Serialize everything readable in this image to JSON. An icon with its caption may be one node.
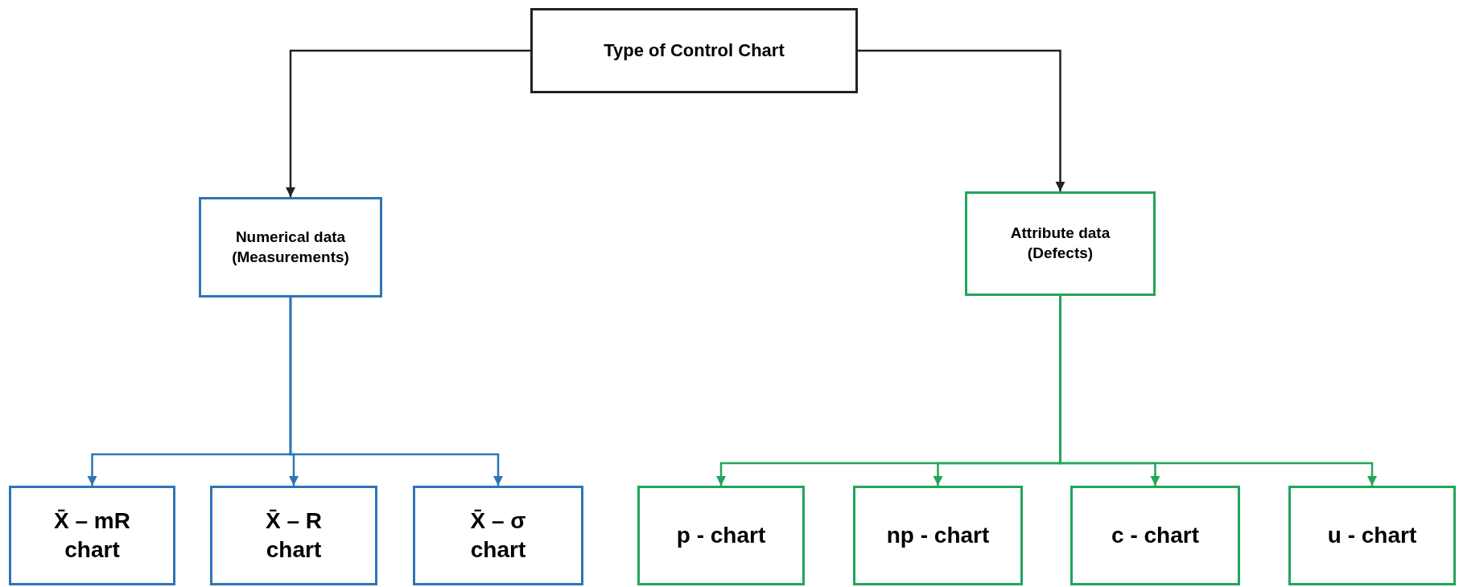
{
  "diagram": {
    "nodes": [
      {
        "text": [
          "Type of Control Chart"
        ]
      },
      {
        "text": [
          "Numerical data (Measurements)"
        ]
      },
      {
        "text": [
          "Attribute data (Defects)"
        ]
      },
      {
        "text": [
          "X̄ – mR chart"
        ]
      },
      {
        "text": [
          "X̄ – R chart"
        ]
      },
      {
        "text": [
          "X̄ – σ chart"
        ]
      },
      {
        "text": [
          "p - chart"
        ]
      },
      {
        "text": [
          "np - chart"
        ]
      },
      {
        "text": [
          "c - chart"
        ]
      },
      {
        "text": [
          "u - chart"
        ]
      }
    ],
    "edges": [
      {
        "from": 0,
        "to": 1,
        "arrow": "to",
        "color": "#222222"
      },
      {
        "from": 0,
        "to": 2,
        "arrow": "to",
        "color": "#222222"
      },
      {
        "from": 1,
        "to": 3,
        "arrow": "to",
        "color": "#2e75b6"
      },
      {
        "from": 1,
        "to": 4,
        "arrow": "to",
        "color": "#2e75b6"
      },
      {
        "from": 1,
        "to": 5,
        "arrow": "to",
        "color": "#2e75b6"
      },
      {
        "from": 2,
        "to": 6,
        "arrow": "to",
        "color": "#21a65a"
      },
      {
        "from": 2,
        "to": 7,
        "arrow": "to",
        "color": "#21a65a"
      },
      {
        "from": 2,
        "to": 8,
        "arrow": "to",
        "color": "#21a65a"
      },
      {
        "from": 2,
        "to": 9,
        "arrow": "to",
        "color": "#21a65a"
      }
    ]
  }
}
